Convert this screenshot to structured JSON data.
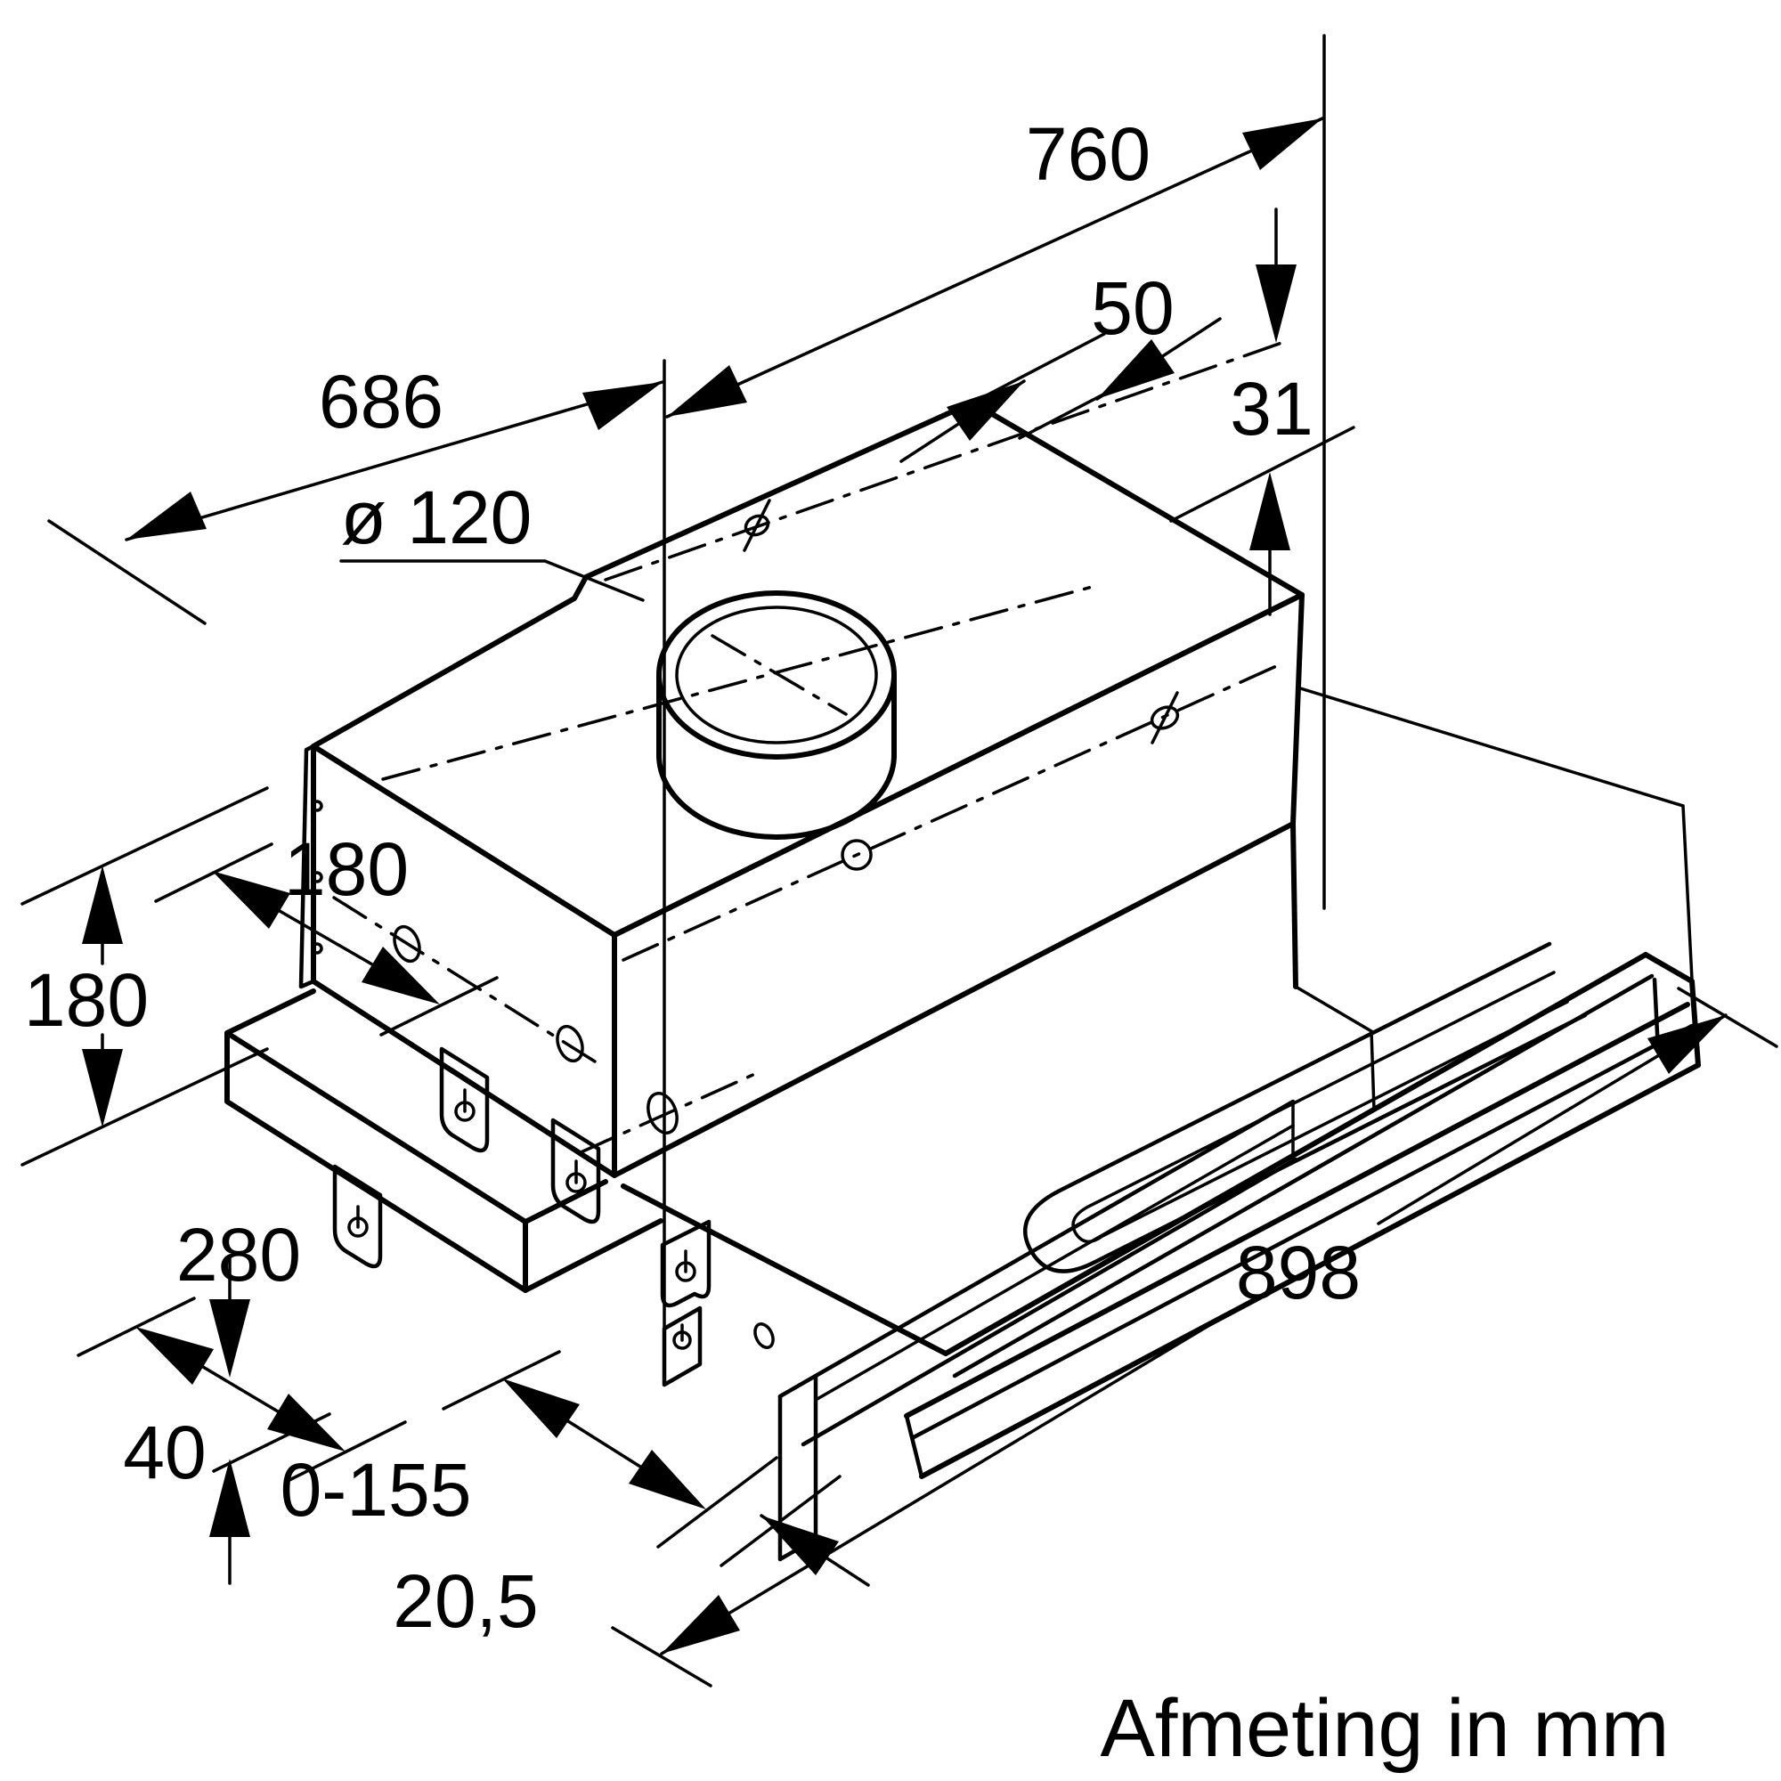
{
  "diagram": {
    "type": "technical-drawing",
    "subject": "telescopic-cooker-hood-dimension-drawing",
    "note": "Afmeting in mm",
    "unit": "mm",
    "dimensions": {
      "top_width": "760",
      "left_width": "686",
      "duct_diameter": "ø 120",
      "hole_offset_right": "50",
      "hole_inset_top": "31",
      "height_left": "180",
      "housing_depth": "180",
      "base_depth": "280",
      "visor_height": "40",
      "pullout_range": "0-155",
      "rail_offset": "20,5",
      "front_width": "898"
    }
  }
}
